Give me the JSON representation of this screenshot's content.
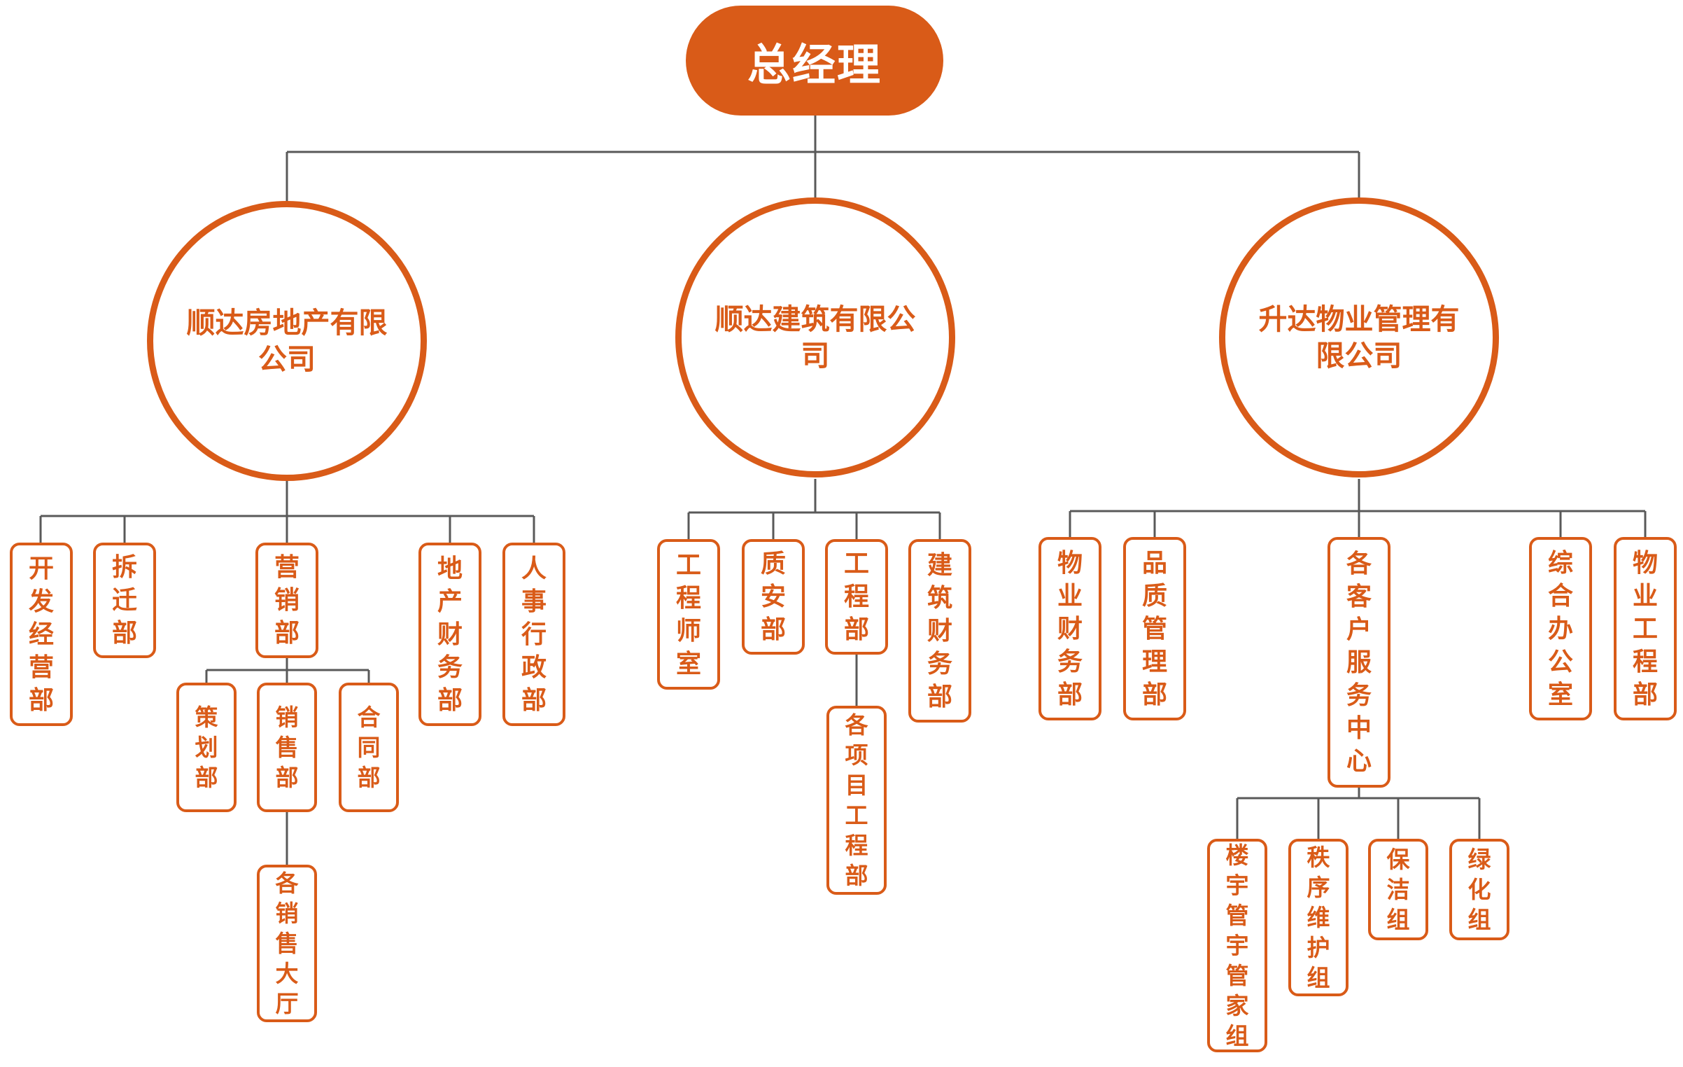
{
  "colors": {
    "accent": "#d95b18",
    "line": "#595959",
    "background": "#ffffff"
  },
  "root": "总经理",
  "companies": {
    "realestate": "顺达房地产有限公司",
    "construction": "顺达建筑有限公司",
    "property": "升达物业管理有限公司"
  },
  "realestate_depts": {
    "dev": "开发经营部",
    "demolition": "拆迁部",
    "marketing": "营销部",
    "finance": "地产财务部",
    "hr": "人事行政部"
  },
  "marketing_subs": {
    "planning": "策划部",
    "sales": "销售部",
    "contract": "合同部"
  },
  "sales_subs": {
    "halls": "各销售大厅"
  },
  "construction_depts": {
    "engineers": "工程师室",
    "quality": "质安部",
    "engineering": "工程部",
    "finance": "建筑财务部"
  },
  "engineering_subs": {
    "projects": "各项目工程部"
  },
  "property_depts": {
    "finance": "物业财务部",
    "quality": "品质管理部",
    "service_center": "各客户服务中心",
    "office": "综合办公室",
    "engineering": "物业工程部"
  },
  "service_subs": {
    "building": "楼宇管宇管家组",
    "order": "秩序维护组",
    "cleaning": "保洁组",
    "greening": "绿化组"
  }
}
